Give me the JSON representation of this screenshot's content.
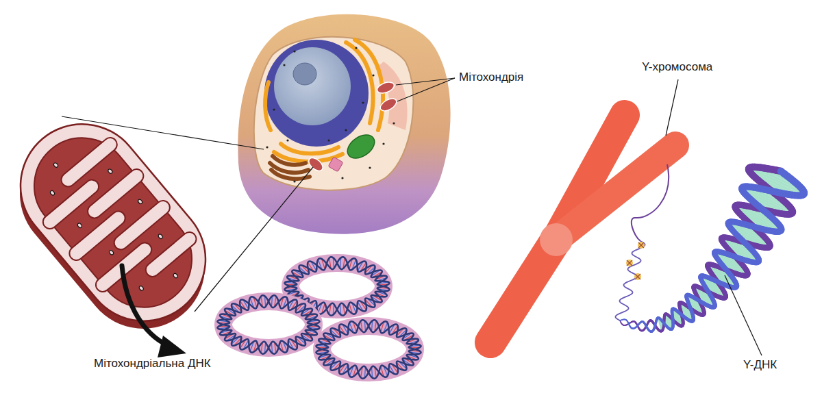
{
  "diagram": {
    "labels": [
      "Мітохондрія",
      "Мітохондріальна ДНК",
      "Y-хромосома",
      "Y-ДНК"
    ]
  }
}
